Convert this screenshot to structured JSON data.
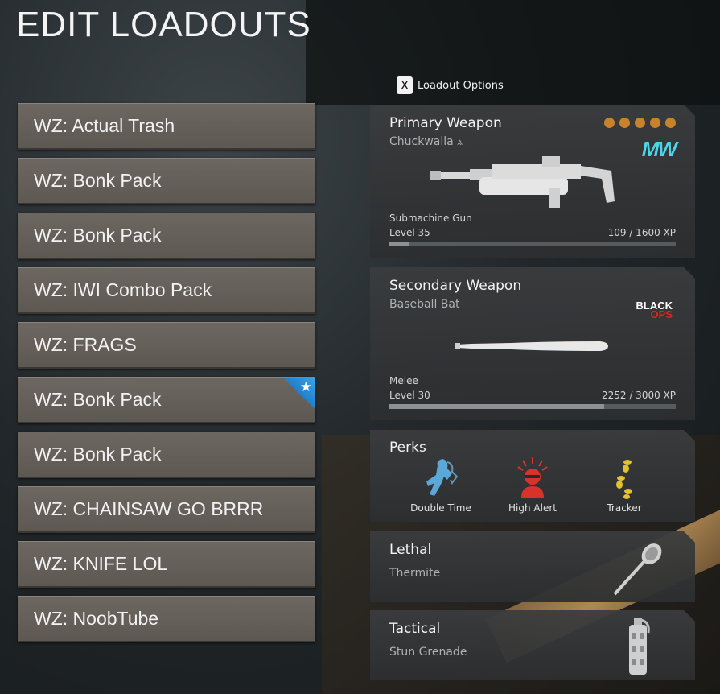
{
  "page_title": "EDIT LOADOUTS",
  "loadout_options": {
    "key": "X",
    "label": "Loadout Options"
  },
  "loadouts": [
    {
      "name": "WZ: Actual Trash",
      "favorite": false
    },
    {
      "name": "WZ: Bonk Pack",
      "favorite": false
    },
    {
      "name": "WZ: Bonk Pack",
      "favorite": false
    },
    {
      "name": "WZ: IWI Combo Pack",
      "favorite": false
    },
    {
      "name": "WZ: FRAGS",
      "favorite": false
    },
    {
      "name": "WZ: Bonk Pack",
      "favorite": true
    },
    {
      "name": "WZ: Bonk Pack",
      "favorite": false
    },
    {
      "name": "WZ: CHAINSAW GO BRRR",
      "favorite": false
    },
    {
      "name": "WZ: KNIFE LOL",
      "favorite": false
    },
    {
      "name": "WZ: NoobTube",
      "favorite": false
    }
  ],
  "primary": {
    "title": "Primary Weapon",
    "name": "Chuckwalla",
    "class": "Submachine Gun",
    "level": "Level 35",
    "xp": "109 / 1600 XP",
    "xp_fraction": 0.068,
    "logo": "MW",
    "dot_color": "#c9822c",
    "dots": 5
  },
  "secondary": {
    "title": "Secondary Weapon",
    "name": "Baseball Bat",
    "class": "Melee",
    "level": "Level 30",
    "xp": "2252 / 3000 XP",
    "xp_fraction": 0.75,
    "logo_line1": "BLACK",
    "logo_line2": "OPS"
  },
  "perks": {
    "title": "Perks",
    "items": [
      {
        "name": "Double Time",
        "icon": "double-time-icon",
        "color": "#5aa7d8"
      },
      {
        "name": "High Alert",
        "icon": "high-alert-icon",
        "color": "#d8332b"
      },
      {
        "name": "Tracker",
        "icon": "tracker-icon",
        "color": "#e3c230"
      }
    ]
  },
  "lethal": {
    "title": "Lethal",
    "name": "Thermite"
  },
  "tactical": {
    "title": "Tactical",
    "name": "Stun Grenade"
  }
}
